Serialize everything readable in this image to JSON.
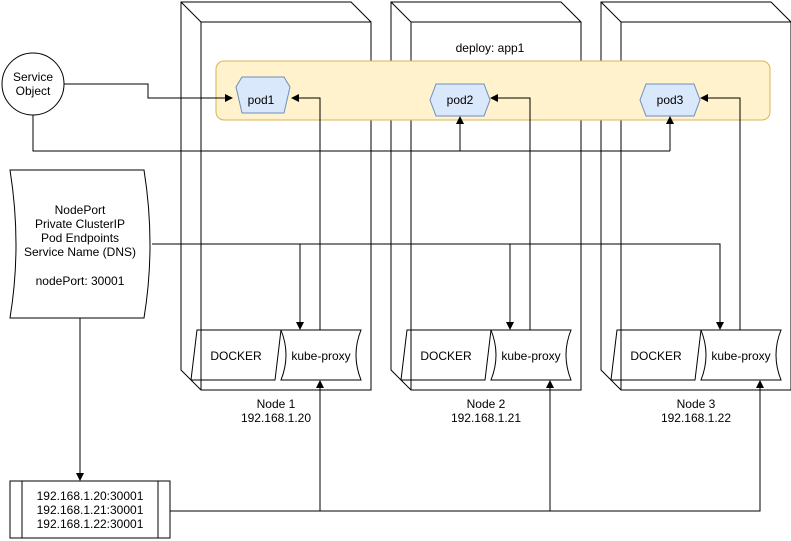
{
  "deployment": {
    "label": "deploy: app1",
    "fill": "#fff2cc",
    "stroke": "#d6b656"
  },
  "pods": [
    {
      "label": "pod1"
    },
    {
      "label": "pod2"
    },
    {
      "label": "pod3"
    }
  ],
  "pod_style": {
    "fill": "#dae8fc",
    "stroke": "#6c8ebf"
  },
  "nodes": [
    {
      "title": "Node 1",
      "ip": "192.168.1.20",
      "docker": "DOCKER",
      "proxy": "kube-proxy"
    },
    {
      "title": "Node 2",
      "ip": "192.168.1.21",
      "docker": "DOCKER",
      "proxy": "kube-proxy"
    },
    {
      "title": "Node 3",
      "ip": "192.168.1.22",
      "docker": "DOCKER",
      "proxy": "kube-proxy"
    }
  ],
  "service_object": {
    "line1": "Service",
    "line2": "Object"
  },
  "service_info": {
    "lines": [
      "NodePort",
      "Private ClusterIP",
      "Pod Endpoints",
      "Service Name (DNS)"
    ],
    "node_port": "nodePort: 30001"
  },
  "endpoints": [
    "192.168.1.20:30001",
    "192.168.1.21:30001",
    "192.168.1.22:30001"
  ]
}
